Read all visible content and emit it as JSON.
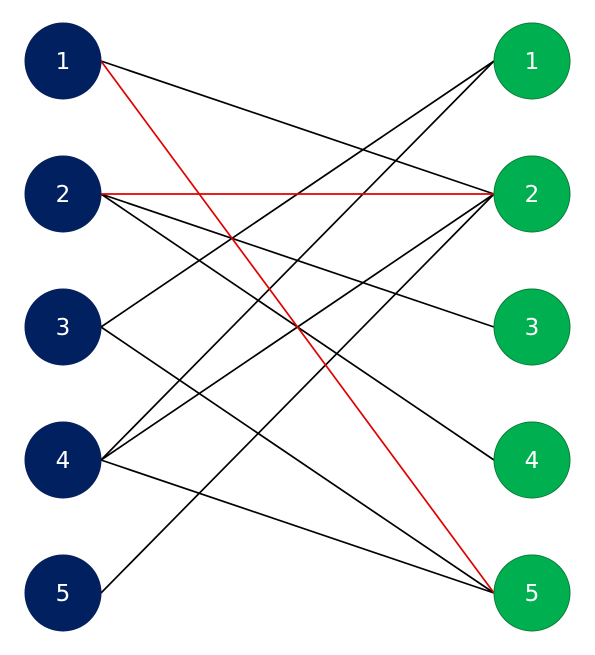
{
  "colors": {
    "left_node": "#002060",
    "right_node": "#00B050",
    "edge": "#000000",
    "highlight_edge": "#E00000",
    "label": "#FFFFFF"
  },
  "left_nodes": [
    {
      "id": "L1",
      "label": "1"
    },
    {
      "id": "L2",
      "label": "2"
    },
    {
      "id": "L3",
      "label": "3"
    },
    {
      "id": "L4",
      "label": "4"
    },
    {
      "id": "L5",
      "label": "5"
    }
  ],
  "right_nodes": [
    {
      "id": "R1",
      "label": "1"
    },
    {
      "id": "R2",
      "label": "2"
    },
    {
      "id": "R3",
      "label": "3"
    },
    {
      "id": "R4",
      "label": "4"
    },
    {
      "id": "R5",
      "label": "5"
    }
  ],
  "edges": [
    {
      "from": "L1",
      "to": "R2",
      "highlight": false
    },
    {
      "from": "L1",
      "to": "R5",
      "highlight": true
    },
    {
      "from": "L2",
      "to": "R2",
      "highlight": true
    },
    {
      "from": "L2",
      "to": "R3",
      "highlight": false
    },
    {
      "from": "L2",
      "to": "R4",
      "highlight": false
    },
    {
      "from": "L3",
      "to": "R1",
      "highlight": false
    },
    {
      "from": "L3",
      "to": "R5",
      "highlight": false
    },
    {
      "from": "L4",
      "to": "R1",
      "highlight": false
    },
    {
      "from": "L4",
      "to": "R2",
      "highlight": false
    },
    {
      "from": "L4",
      "to": "R5",
      "highlight": false
    },
    {
      "from": "L5",
      "to": "R2",
      "highlight": false
    }
  ]
}
